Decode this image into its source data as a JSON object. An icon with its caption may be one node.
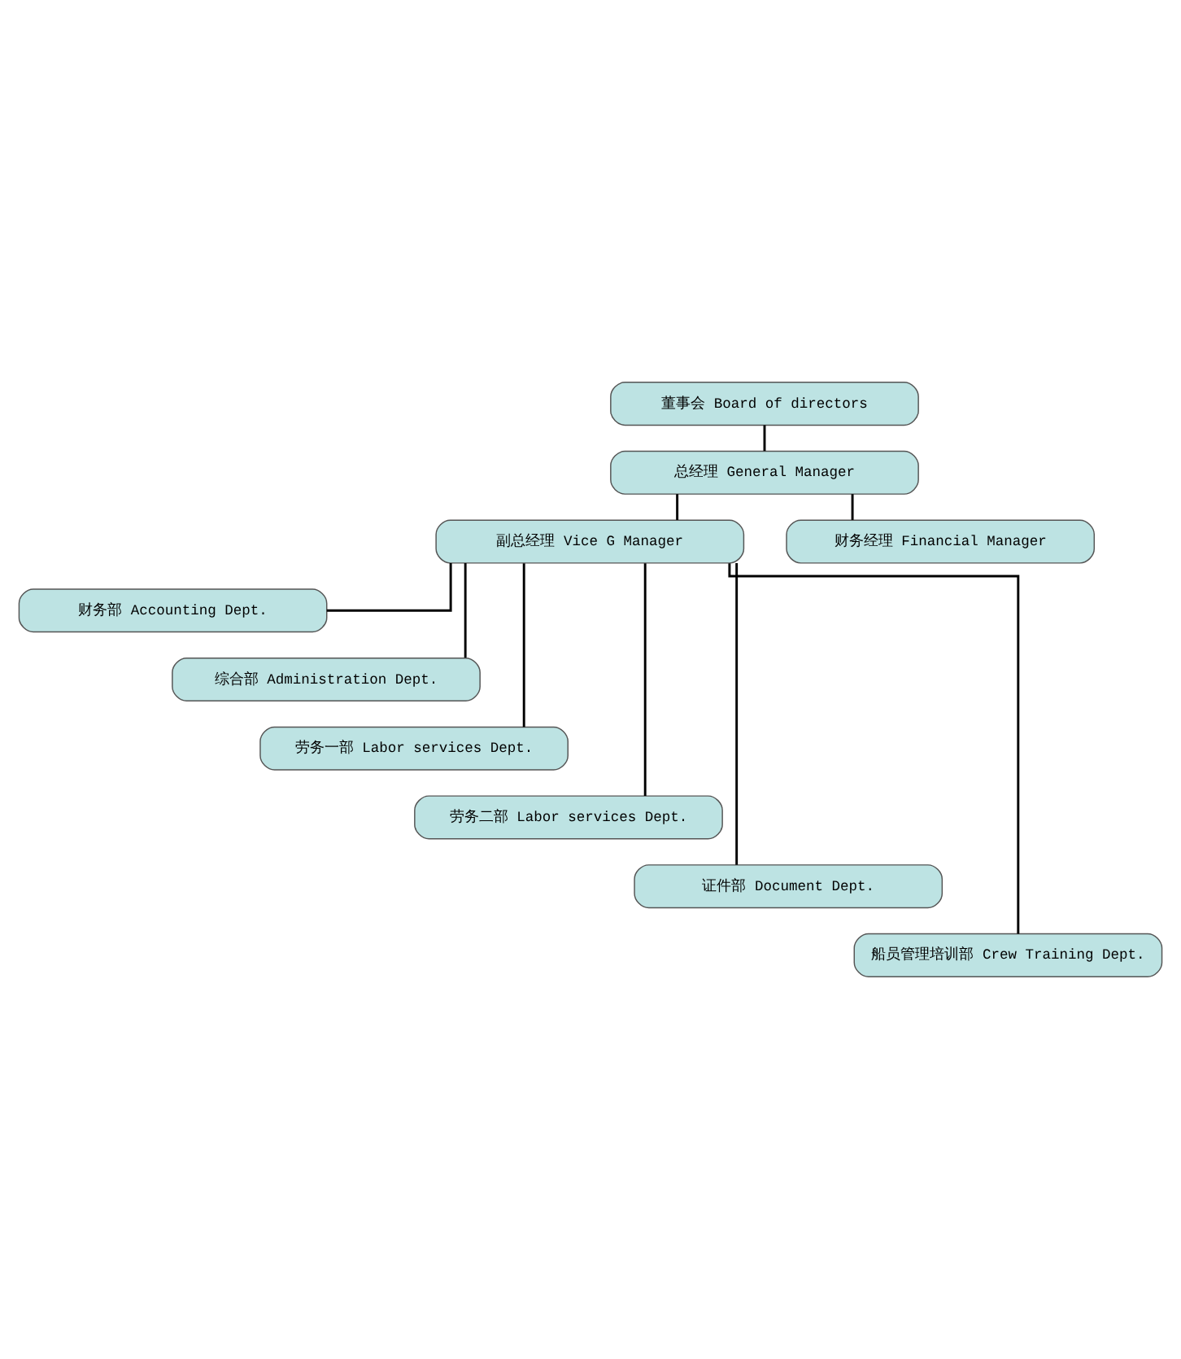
{
  "diagram": {
    "nodes": [
      {
        "text": [
          "董事会 Board of directors"
        ]
      },
      {
        "text": [
          "总经理 General Manager"
        ]
      },
      {
        "text": [
          "副总经理 Vice G Manager"
        ]
      },
      {
        "text": [
          "财务经理 Financial Manager"
        ]
      },
      {
        "text": [
          "财务部 Accounting Dept."
        ]
      },
      {
        "text": [
          "综合部 Administration Dept."
        ]
      },
      {
        "text": [
          "劳务一部 Labor services Dept."
        ]
      },
      {
        "text": [
          "劳务二部 Labor services Dept."
        ]
      },
      {
        "text": [
          "证件部 Document Dept."
        ]
      },
      {
        "text": [
          "船员管理培训部 Crew Training Dept."
        ]
      }
    ],
    "edges": [
      {
        "from": 0,
        "to": 1,
        "arrow": "none"
      },
      {
        "from": 1,
        "to": 2,
        "arrow": "none"
      },
      {
        "from": 1,
        "to": 3,
        "arrow": "none"
      },
      {
        "from": 2,
        "to": 4,
        "arrow": "none"
      },
      {
        "from": 2,
        "to": 5,
        "arrow": "none"
      },
      {
        "from": 2,
        "to": 6,
        "arrow": "none"
      },
      {
        "from": 2,
        "to": 7,
        "arrow": "none"
      },
      {
        "from": 2,
        "to": 8,
        "arrow": "none"
      },
      {
        "from": 2,
        "to": 9,
        "arrow": "none"
      }
    ]
  }
}
